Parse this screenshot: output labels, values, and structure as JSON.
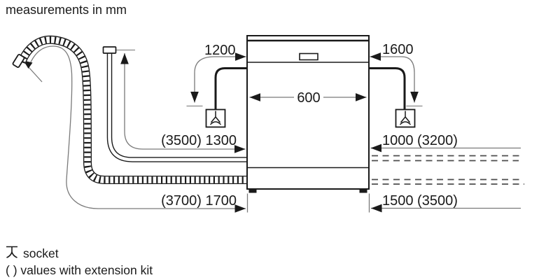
{
  "title": "measurements in mm",
  "appliance": {
    "type_label": "dishwasher-front-view",
    "width_label": "600"
  },
  "measurements": {
    "power_cord_left": "1200",
    "power_cord_right": "1600",
    "supply_hose_left": "(3500) 1300",
    "drain_hose_left": "(3700) 1700",
    "supply_hose_right": "1000 (3200)",
    "drain_hose_right": "1500 (3500)"
  },
  "legend": {
    "socket_label": "socket",
    "extension_label": "( ) values with extension kit"
  },
  "icons": {
    "socket_left": "socket-icon",
    "socket_right": "socket-icon",
    "legend_socket": "socket-symbol-icon"
  },
  "colors": {
    "ink": "#1a1a1a",
    "dimension_line": "#7a7a7a",
    "dashed_line": "#4d4d4d",
    "tick": "#999999",
    "background": "#ffffff"
  }
}
